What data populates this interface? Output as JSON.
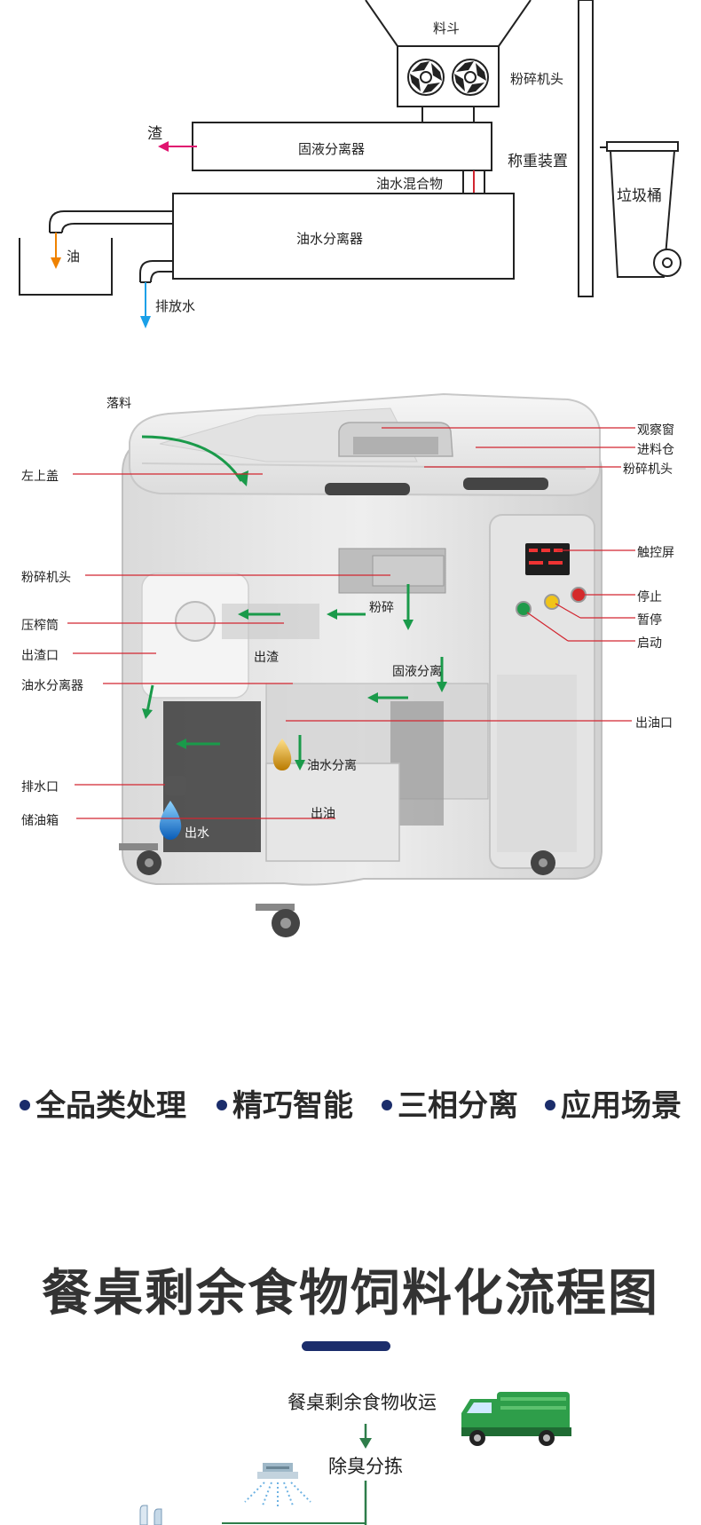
{
  "schematic": {
    "hopper": "料斗",
    "grinder_head": "粉碎机头",
    "residue": "渣",
    "solid_liquid_separator": "固液分离器",
    "weighing_device": "称重装置",
    "oil_water_mixture": "油水混合物",
    "trash_bin": "垃圾桶",
    "oil": "油",
    "oil_water_separator": "油水分离器",
    "drain_water": "排放水"
  },
  "machine": {
    "left_labels": {
      "falling_material": "落料",
      "left_cover": "左上盖",
      "grinder_head": "粉碎机头",
      "press_cylinder": "压榨筒",
      "residue_outlet": "出渣口",
      "oil_water_separator": "油水分离器",
      "drain_outlet": "排水口",
      "oil_tank": "储油箱"
    },
    "right_labels": {
      "observation_window": "观察窗",
      "feed_bin": "进料仓",
      "grinder_head": "粉碎机头",
      "touch_screen": "触控屏",
      "stop": "停止",
      "pause": "暂停",
      "start": "启动",
      "oil_outlet": "出油口"
    },
    "inner_labels": {
      "crush": "粉碎",
      "residue_out": "出渣",
      "solid_liquid": "固液分离",
      "oil_water": "油水分离",
      "oil_out": "出油",
      "water_out": "出水"
    }
  },
  "features": [
    "全品类处理",
    "精巧智能",
    "三相分离",
    "应用场景"
  ],
  "flowchart": {
    "title": "餐桌剩余食物饲料化流程图",
    "step1": "餐桌剩余食物收运",
    "step2": "除臭分拣"
  },
  "colors": {
    "accent": "#1b2d6b",
    "green_arrow": "#1a9a4a",
    "red_line": "#d22630",
    "magenta_arrow": "#e0136f",
    "orange_arrow": "#ef8200",
    "blue_arrow": "#1aa0e8"
  }
}
